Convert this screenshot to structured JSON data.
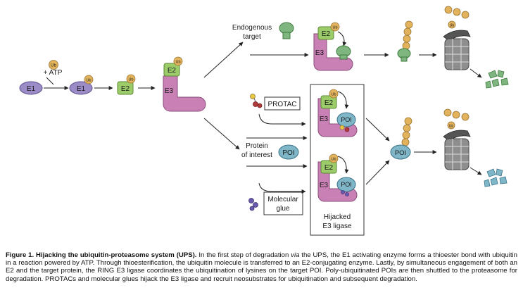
{
  "labels": {
    "ub": "Ub",
    "e1": "E1",
    "e2": "E2",
    "e3": "E3",
    "atp": "+ ATP",
    "endogenous_target": [
      "Endogenous",
      "target"
    ],
    "protac": "PROTAC",
    "protein_of_interest": [
      "Protein",
      "of interest"
    ],
    "poi": "POI",
    "molecular_glue": [
      "Molecular",
      "glue"
    ],
    "hijacked_e3": [
      "Hijacked",
      "E3 ligase"
    ]
  },
  "caption": {
    "title": "Figure 1. Hijacking the ubiquitin-proteasome system (UPS).",
    "seg1": " In the first step of degradation ",
    "via": "via",
    "seg2": " the UPS, the E1 activating enzyme forms a thioester bond with ubiquitin in a reaction powered by ATP. Through thioesterification, the ubiquitin molecule is transferred to an E2-conjugating enzyme. Lastly, by simultaneous engagement of both an E2 and the target protein, the RING E3 ligase coordinates the ubiquitination of lysines on the target POI. Poly-ubiquitinated POIs are then shuttled to the proteasome for degradation. PROTACs and molecular glues hijack the E3 ligase and recruit neosubstrates for ubiquitination and subsequent degradation."
  },
  "colors": {
    "ubiquitin": "#E2B35C",
    "e1": "#9B8CC8",
    "e2": "#9CCB6A",
    "e3": "#C981B5",
    "poi": "#7FB7C9",
    "endogenous_target": "#7FB57F",
    "proteasome": "#8E8E8E",
    "protac_red": "#B33A3A",
    "protac_yellow": "#E8C64A",
    "glue": "#6A5AAE"
  }
}
